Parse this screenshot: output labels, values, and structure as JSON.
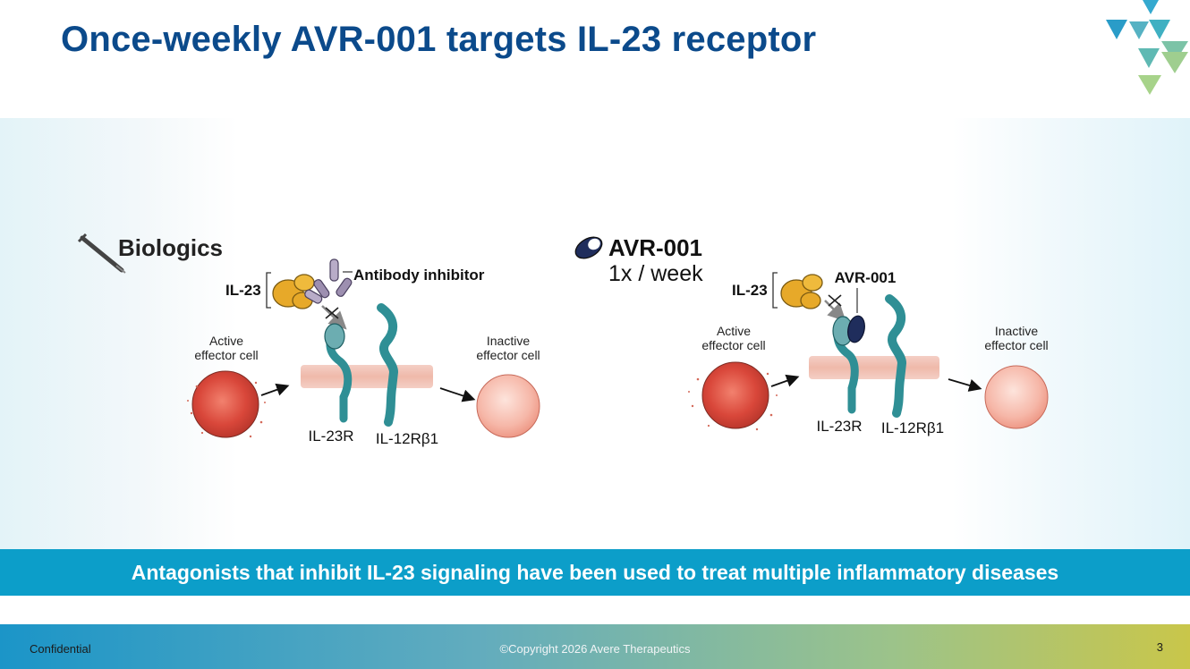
{
  "title": "Once-weekly AVR-001 targets IL-23 receptor",
  "left_panel": {
    "heading": "Biologics",
    "icon": "syringe-icon",
    "il23_label": "IL-23",
    "inhibitor_label": "Antibody inhibitor",
    "active_cell_line1": "Active",
    "active_cell_line2": "effector cell",
    "inactive_cell_line1": "Inactive",
    "inactive_cell_line2": "effector cell",
    "receptor1_label": "IL-23R",
    "receptor2_label": "IL-12Rβ1"
  },
  "right_panel": {
    "heading": "AVR-001",
    "dosing": "1x / week",
    "icon": "pill-icon",
    "il23_label": "IL-23",
    "drug_label": "AVR-001",
    "active_cell_line1": "Active",
    "active_cell_line2": "effector cell",
    "inactive_cell_line1": "Inactive",
    "inactive_cell_line2": "effector cell",
    "receptor1_label": "IL-23R",
    "receptor2_label": "IL-12Rβ1"
  },
  "banner_text": "Antagonists that inhibit IL-23 signaling have been used to treat multiple inflammatory diseases",
  "footer": {
    "confidential": "Confidential",
    "copyright": "©Copyright 2026 Avere Therapeutics",
    "page_number": "3"
  },
  "colors": {
    "title": "#0b4a8b",
    "banner": "#0c9ec9",
    "receptor_teal": "#2f8f95",
    "il23_gold": "#e7a929",
    "active_cell_red": "#d9473a",
    "drug_navy": "#1f2d5c"
  }
}
